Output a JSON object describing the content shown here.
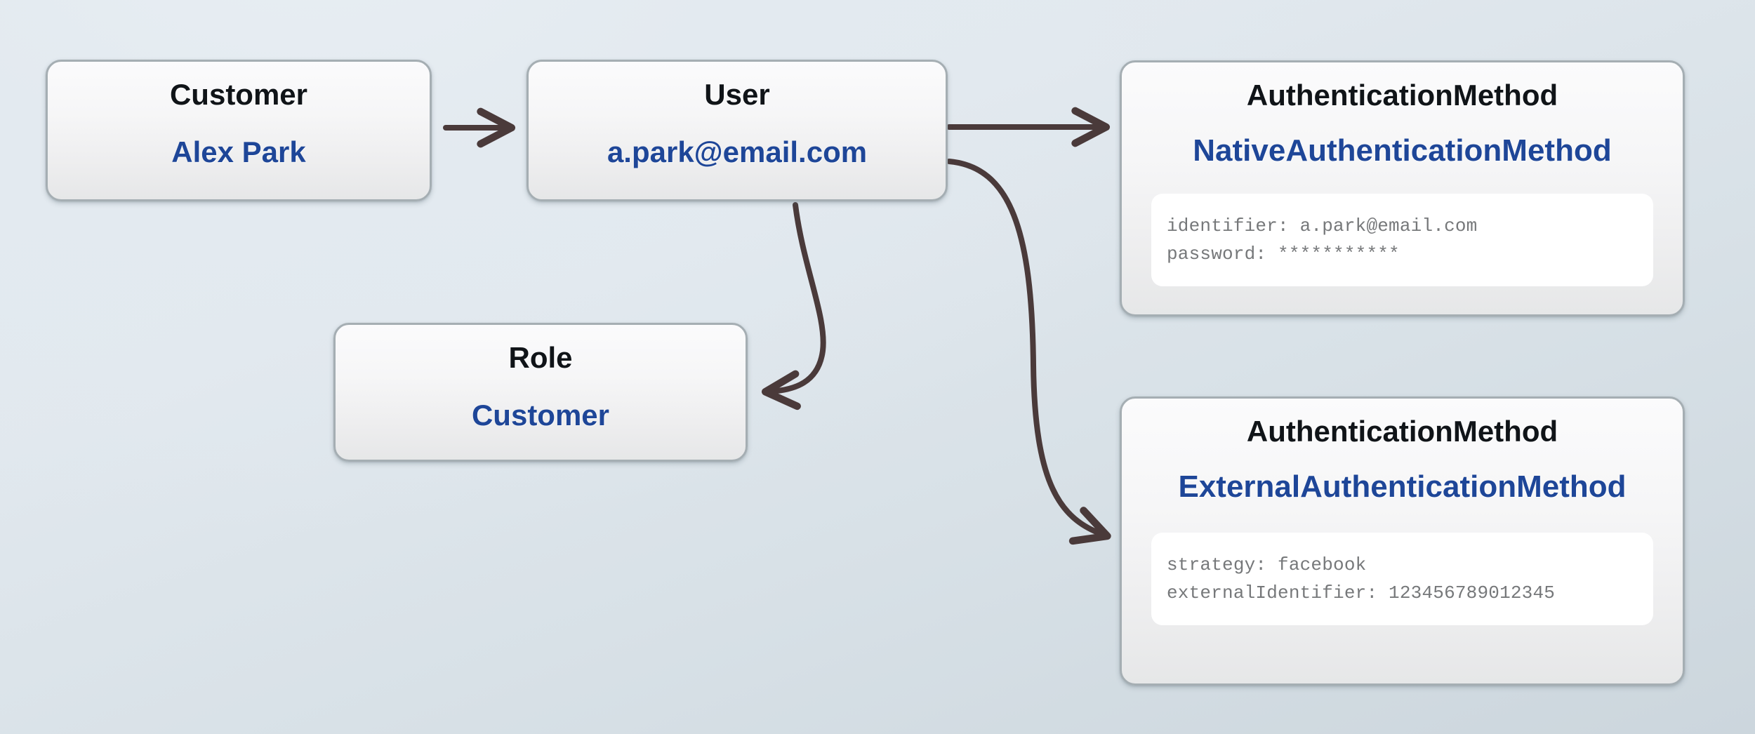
{
  "colors": {
    "accent_blue": "#1e4698",
    "title_black": "#101418",
    "arrow": "#4a3a3a",
    "node_border": "#a5aeb3",
    "detail_text": "#76787a",
    "background_top": "#e5ebf0",
    "background_bottom": "#ccd6dd"
  },
  "nodes": {
    "customer": {
      "title": "Customer",
      "value": "Alex Park"
    },
    "user": {
      "title": "User",
      "value": "a.park@email.com"
    },
    "role": {
      "title": "Role",
      "value": "Customer"
    },
    "auth_native": {
      "title": "AuthenticationMethod",
      "value": "NativeAuthenticationMethod",
      "details": [
        "identifier: a.park@email.com",
        "password: ***********"
      ]
    },
    "auth_external": {
      "title": "AuthenticationMethod",
      "value": "ExternalAuthenticationMethod",
      "details": [
        "strategy: facebook",
        "externalIdentifier: 123456789012345"
      ]
    }
  },
  "connectors": [
    {
      "name": "customer-to-user",
      "from": "customer",
      "to": "user",
      "style": "straight"
    },
    {
      "name": "user-to-native",
      "from": "user",
      "to": "auth_native",
      "style": "straight"
    },
    {
      "name": "user-to-external",
      "from": "user",
      "to": "auth_external",
      "style": "s-curve"
    },
    {
      "name": "user-to-role",
      "from": "user",
      "to": "role",
      "style": "curve"
    }
  ]
}
